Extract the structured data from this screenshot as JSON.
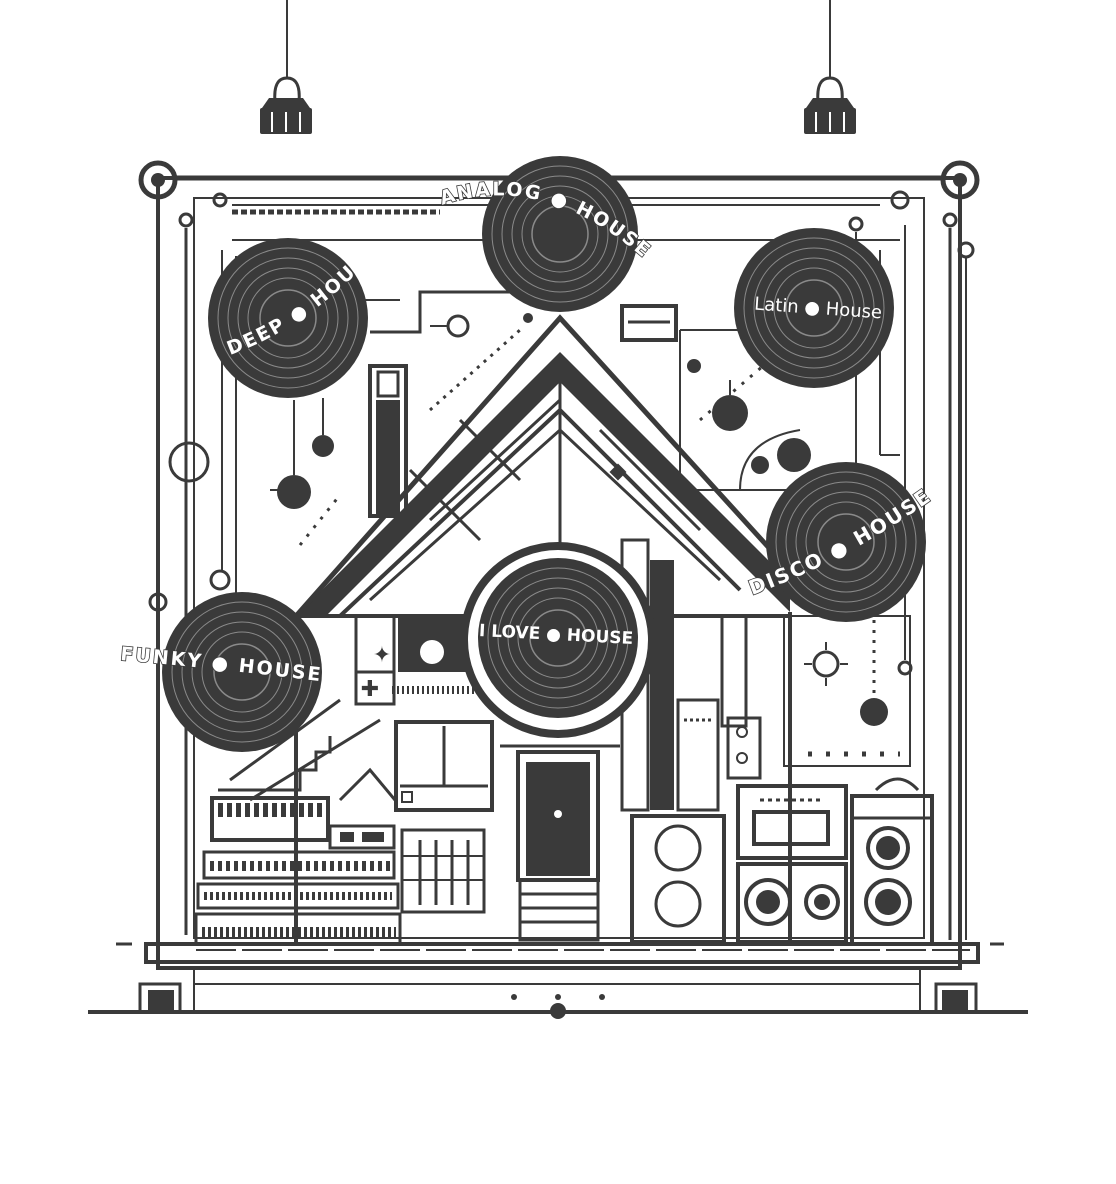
{
  "poster": {
    "ink_color": "#3a3a3a",
    "paper_color": "#ffffff",
    "background_color": "#ffffff"
  },
  "records": {
    "analog": {
      "text": "ANALOG ● HOUSE"
    },
    "deep": {
      "text": "DEEP ● HOUSE"
    },
    "latin": {
      "text": "Latin ● House"
    },
    "disco": {
      "text": "DISCO ● HOUSE"
    },
    "funky": {
      "text": "FUNKY ● HOUSE"
    },
    "love": {
      "text": "I LOVE ● HOUSE"
    }
  },
  "icons": [
    "binder-clip-icon",
    "vinyl-record-icon",
    "house-icon",
    "speaker-icon",
    "synthesizer-icon"
  ]
}
